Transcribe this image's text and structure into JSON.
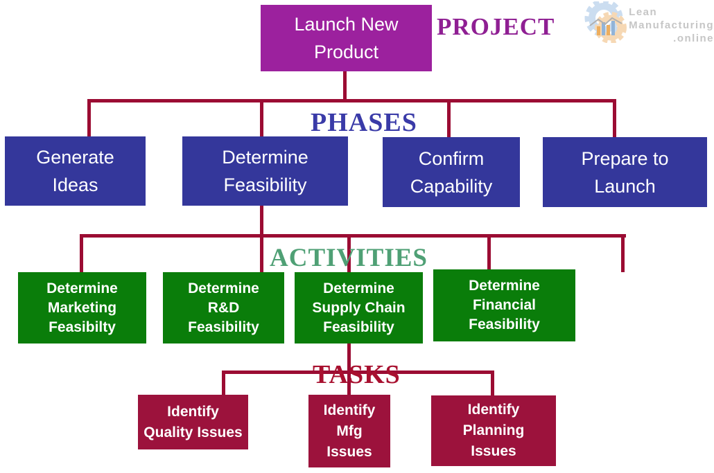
{
  "colors": {
    "purple": "#9C219E",
    "blue": "#34379B",
    "green": "#0A7D0A",
    "maroon": "#9C123C",
    "line": "#9B0C33",
    "project-label": "#8F1F93",
    "phases-label": "#3A3BA8",
    "activities-label": "#4FA075",
    "tasks-label": "#A8102F",
    "logo-gray": "#C6C6C6",
    "logo-blue": "#CBDDF0",
    "logo-orange": "#F6D8B4",
    "logo-bar-orange": "#EDAE5E",
    "logo-bar-blue": "#92B4D8",
    "logo-line": "#B0B0B0",
    "box-text": "#FFFFFF"
  },
  "levels": {
    "project": "PROJECT",
    "phases": "PHASES",
    "activities": "ACTIVITIES",
    "tasks": "TASKS"
  },
  "root": {
    "lines": [
      "Launch New",
      "Product"
    ]
  },
  "phases": [
    {
      "lines": [
        "Generate",
        "Ideas"
      ]
    },
    {
      "lines": [
        "Determine",
        "Feasibility"
      ]
    },
    {
      "lines": [
        "Confirm",
        "Capability"
      ]
    },
    {
      "lines": [
        "Prepare to",
        "Launch"
      ]
    }
  ],
  "activities": [
    {
      "lines": [
        "Determine",
        "Marketing",
        "Feasibilty"
      ]
    },
    {
      "lines": [
        "Determine",
        "R&D",
        "Feasibility"
      ]
    },
    {
      "lines": [
        "Determine",
        "Supply Chain",
        "Feasibility"
      ]
    },
    {
      "lines": [
        "Determine",
        "Financial",
        "Feasibility"
      ]
    }
  ],
  "tasks": [
    {
      "lines": [
        "Identify",
        "Quality Issues"
      ]
    },
    {
      "lines": [
        "Identify",
        "Mfg",
        "Issues"
      ]
    },
    {
      "lines": [
        "Identify",
        "Planning",
        "Issues"
      ]
    }
  ],
  "logo": {
    "word1": "Lean",
    "word2": "Manufacturing",
    "word3": ".online"
  }
}
